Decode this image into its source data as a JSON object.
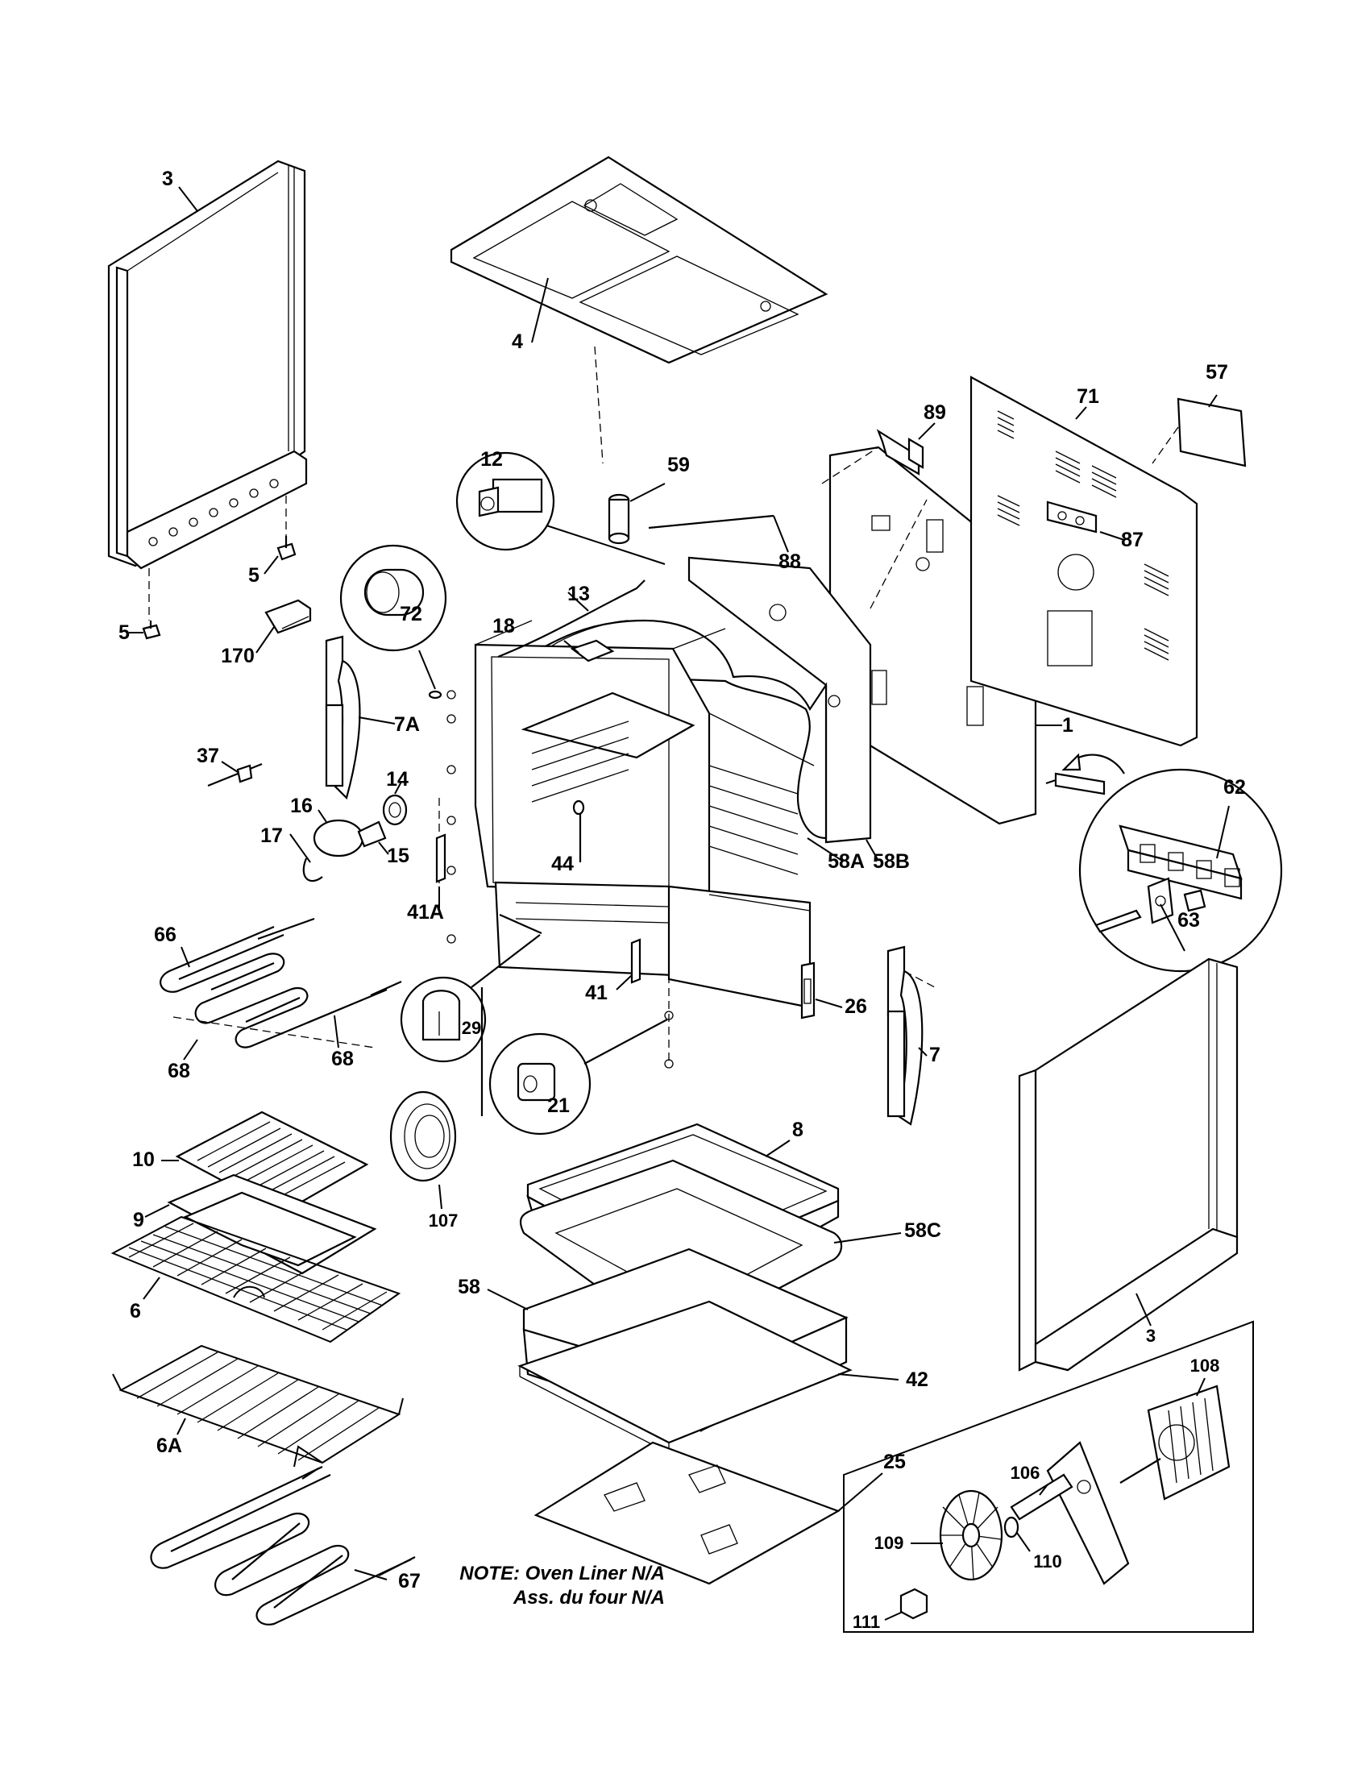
{
  "callouts": {
    "c3a": "3",
    "c4": "4",
    "c5a": "5",
    "c5b": "5",
    "c170": "170",
    "c72": "72",
    "c12": "12",
    "c59": "59",
    "c13": "13",
    "c18": "18",
    "c88": "88",
    "c89": "89",
    "c71": "71",
    "c57": "57",
    "c87": "87",
    "c1": "1",
    "c7a": "7A",
    "c37": "37",
    "c14": "14",
    "c16": "16",
    "c17": "17",
    "c15": "15",
    "c41a": "41A",
    "c44": "44",
    "c62": "62",
    "c63": "63",
    "c58a": "58A",
    "c58b": "58B",
    "c66": "66",
    "c68a": "68",
    "c68b": "68",
    "c41": "41",
    "c29": "29",
    "c21": "21",
    "c26": "26",
    "c7": "7",
    "c8": "8",
    "c10": "10",
    "c9": "9",
    "c107": "107",
    "c58c": "58C",
    "c6": "6",
    "c58": "58",
    "c42": "42",
    "c6a": "6A",
    "c25": "25",
    "c67": "67",
    "c3b": "3",
    "c108": "108",
    "c106": "106",
    "c109": "109",
    "c110": "110",
    "c111": "111"
  },
  "note": {
    "line1": "NOTE: Oven Liner N/A",
    "line2": "Ass. du four N/A"
  }
}
